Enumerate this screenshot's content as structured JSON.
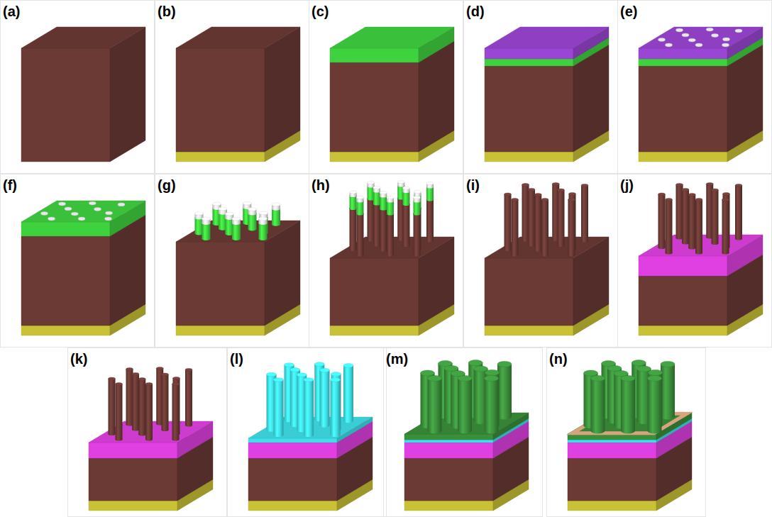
{
  "diagram": {
    "labels": [
      "(a)",
      "(b)",
      "(c)",
      "(d)",
      "(e)",
      "(f)",
      "(g)",
      "(h)",
      "(i)",
      "(j)",
      "(k)",
      "(l)",
      "(m)",
      "(n)"
    ]
  }
}
